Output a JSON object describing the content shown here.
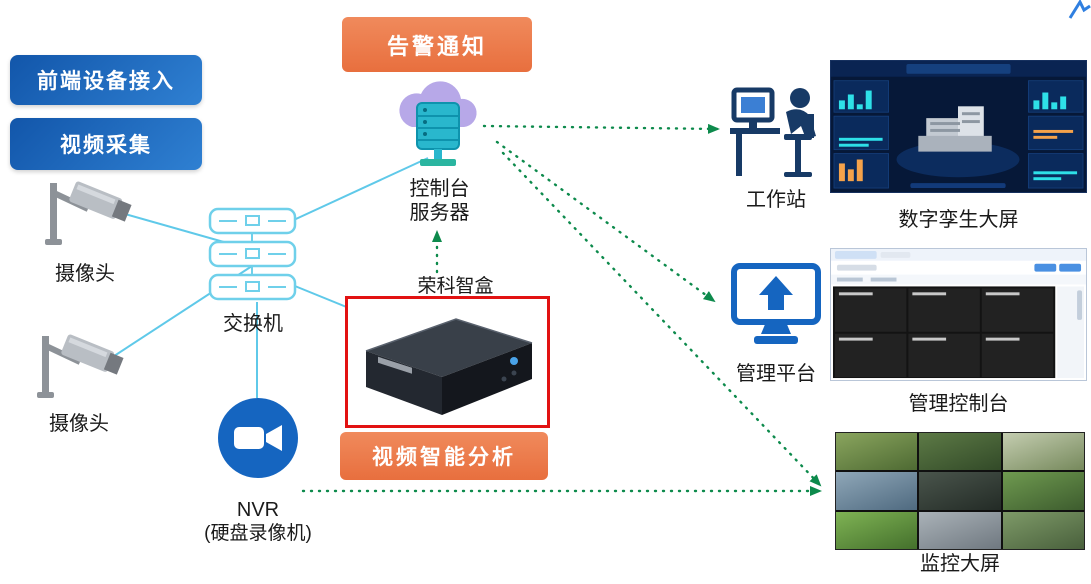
{
  "badges": {
    "front_access": "前端设备接入",
    "video_capture": "视频采集"
  },
  "nodes": {
    "camera_top": "摄像头",
    "camera_bottom": "摄像头",
    "switch": "交换机",
    "nvr": "NVR",
    "nvr_sub": "(硬盘录像机)",
    "alarm_banner": "告警通知",
    "console": "控制台",
    "server": "服务器",
    "smartbox": "荣科智盒",
    "analysis_banner": "视频智能分析",
    "workstation": "工作站",
    "digital_twin": "数字孪生大屏",
    "mgmt_platform": "管理平台",
    "mgmt_console": "管理控制台",
    "monitor_wall": "监控大屏"
  },
  "colors": {
    "badge_blue_start": "#1256aa",
    "badge_blue_end": "#2f80d2",
    "banner_orange": "#e96f40",
    "link_cyan": "#5fc9e9",
    "arrow_green": "#0d8a4c",
    "highlight_red": "#e21212",
    "nvr_blue": "#1565c0"
  },
  "icons": {
    "camera": "cctv-camera-icon",
    "switch": "network-switch-icon",
    "nvr": "video-recorder-icon",
    "cloud_server": "cloud-server-icon",
    "workstation": "person-at-desk-icon",
    "mgmt_platform": "monitor-upload-icon"
  }
}
